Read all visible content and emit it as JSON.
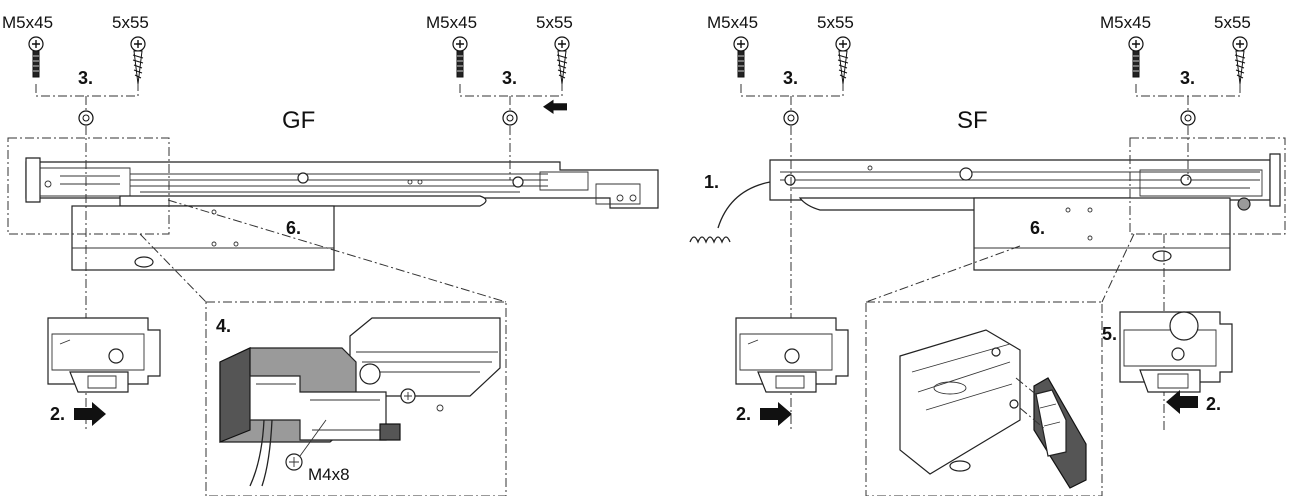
{
  "labels": {
    "screw_m5": "M5x45",
    "screw_5x55": "5x55",
    "screw_m4": "M4x8",
    "gf": "GF",
    "sf": "SF"
  },
  "steps": {
    "s1": "1.",
    "s2": "2.",
    "s3": "3.",
    "s4": "4.",
    "s5": "5.",
    "s6": "6."
  },
  "colors": {
    "line": "#222222",
    "grey_part": "#9a9a9a",
    "dark_part": "#555555"
  }
}
